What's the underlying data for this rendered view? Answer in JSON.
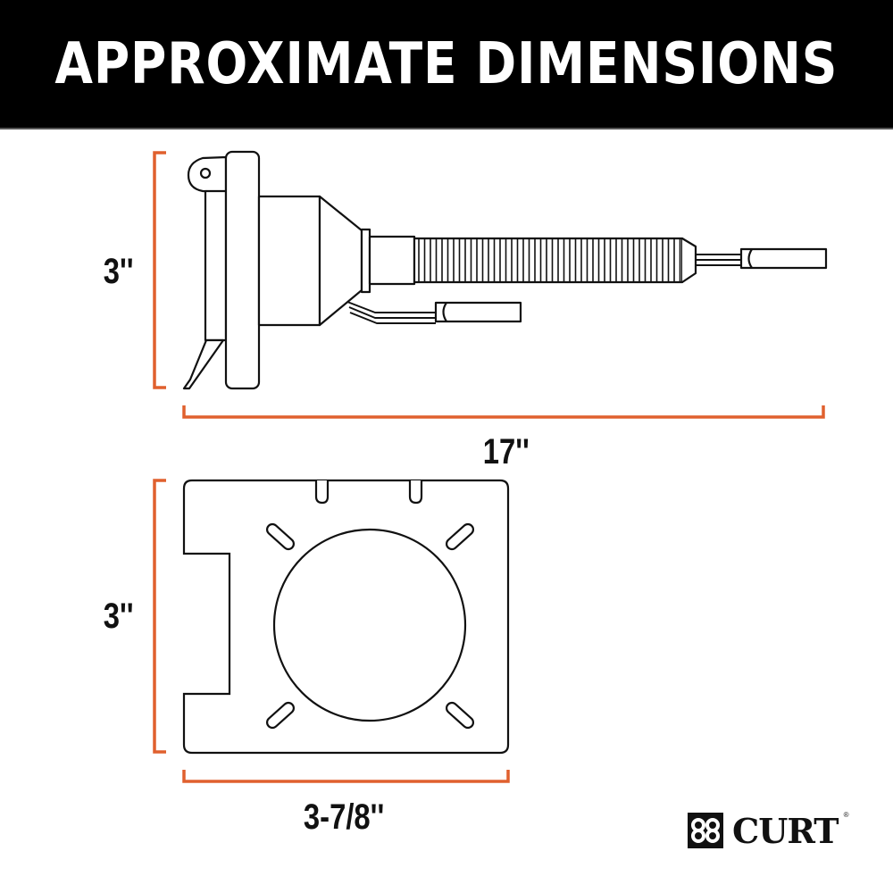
{
  "header": {
    "title": "APPROXIMATE DIMENSIONS",
    "background": "#000000",
    "text_color": "#ffffff"
  },
  "colors": {
    "dimension_line": "#e0602e",
    "outline": "#111111"
  },
  "side_view": {
    "height_label": "3''",
    "length_label": "17''"
  },
  "bracket_view": {
    "height_label": "3''",
    "width_label": "3-7/8''"
  },
  "brand": {
    "name": "CURT",
    "mark": "®"
  }
}
